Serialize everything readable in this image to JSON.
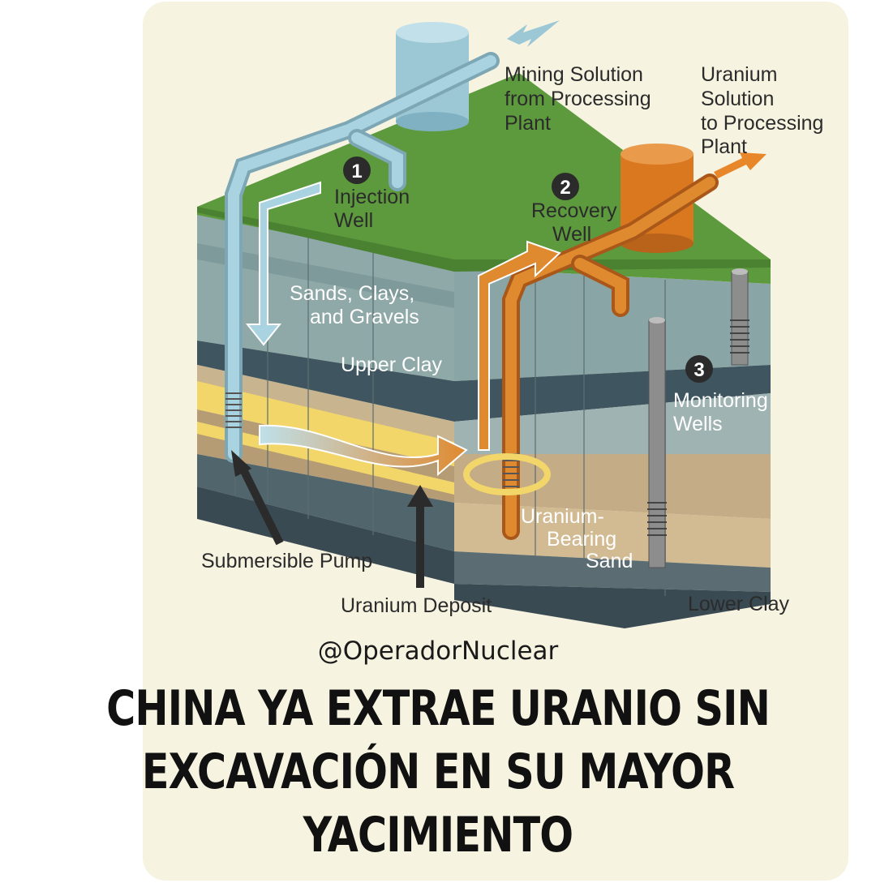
{
  "labels": {
    "mining_solution": [
      "Mining Solution",
      "from Processing",
      "Plant"
    ],
    "uranium_solution": [
      "Uranium",
      "Solution",
      "to Processing",
      "Plant"
    ],
    "injection_well": [
      "Injection",
      "Well"
    ],
    "recovery_well": [
      "Recovery",
      "Well"
    ],
    "sands": [
      "Sands, Clays,",
      "and Gravels"
    ],
    "upper_clay": "Upper Clay",
    "monitoring": [
      "Monitoring",
      "Wells"
    ],
    "uranium_bearing": [
      "Uranium-",
      "Bearing",
      "Sand"
    ],
    "submersible": "Submersible Pump",
    "deposit": "Uranium Deposit",
    "lower_clay": "Lower Clay"
  },
  "steps": [
    "1",
    "2",
    "3"
  ],
  "handle": "@OperadorNuclear",
  "headline": [
    "CHINA YA EXTRAE URANIO SIN",
    "EXCAVACIÓN EN SU MAYOR",
    "YACIMIENTO"
  ],
  "colors": {
    "injection": "#9cc8d6",
    "recovery": "#d9781f",
    "grass": "#5d9a3e",
    "uranium_sand": "#f2d66a"
  }
}
